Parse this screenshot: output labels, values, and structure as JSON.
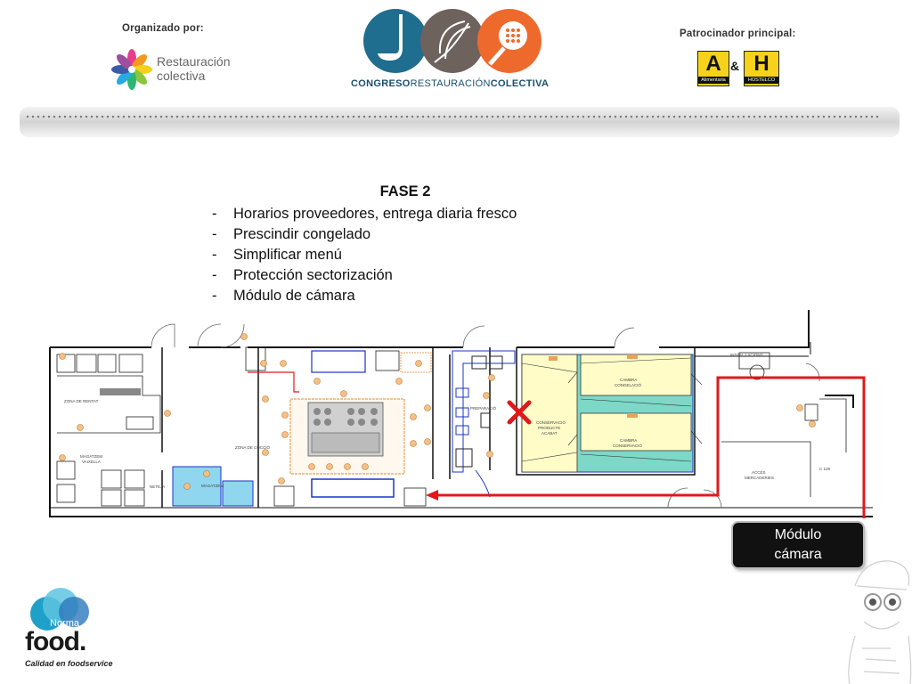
{
  "header": {
    "organized_label": "Organizado por:",
    "organizer_logo_line1": "Restauración",
    "organizer_logo_line2": "colectiva",
    "event_name_1": "CONGRESO",
    "event_name_2": "RESTAURACIÓN",
    "event_name_3": "COLECTIVA",
    "sponsor_label": "Patrocinador principal:",
    "sponsor_a": "A",
    "sponsor_a_caption": "Alimentaria",
    "sponsor_amp": "&",
    "sponsor_h": "H",
    "sponsor_h_caption": "HOSTELCO"
  },
  "content": {
    "title": "FASE 2",
    "bullets": [
      "Horarios proveedores, entrega diaria fresco",
      "Prescindir congelado",
      "Simplificar menú",
      "Protección sectorización",
      "Módulo de cámara"
    ]
  },
  "plan": {
    "rooms": {
      "zona_rentat": "ZONA DE RENTAT",
      "magatzem_vaixella_1": "MAGATZEM",
      "magatzem_vaixella_2": "VAIXELLA",
      "zona_coccio": "ZONA DE COCCIÓ",
      "magatzem": "MAGATZEM",
      "neteja": "NETEJA",
      "preparacio": "PREPARACIÓ",
      "conservacio_1": "CONSERVACIÓ",
      "conservacio_2": "PRODUCTE",
      "conservacio_3": "ACABAT",
      "camera_congelacio_1": "CAMBRA",
      "camera_congelacio_2": "CONGELACIÓ",
      "camera_conservacio_1": "CAMBRA",
      "camera_conservacio_2": "CONSERVACIÓ",
      "installacions": "INSTAL·LACIONS",
      "acces_1": "ACCÉS",
      "acces_2": "MERCADERIES",
      "c128": "C 128"
    }
  },
  "module_button": {
    "line1": "Módulo",
    "line2": "cámara"
  },
  "footer": {
    "norma": "Norma",
    "food": "food.",
    "tagline": "Calidad en foodservice"
  },
  "colors": {
    "accent_red": "#e0191b",
    "plan_blue": "#1a34c8",
    "equipment_orange": "#e8a25b",
    "cold_room_teal": "#7dd8c8",
    "cold_room_yellow": "#fffcc8",
    "washing_blue": "#8fd6ee"
  }
}
